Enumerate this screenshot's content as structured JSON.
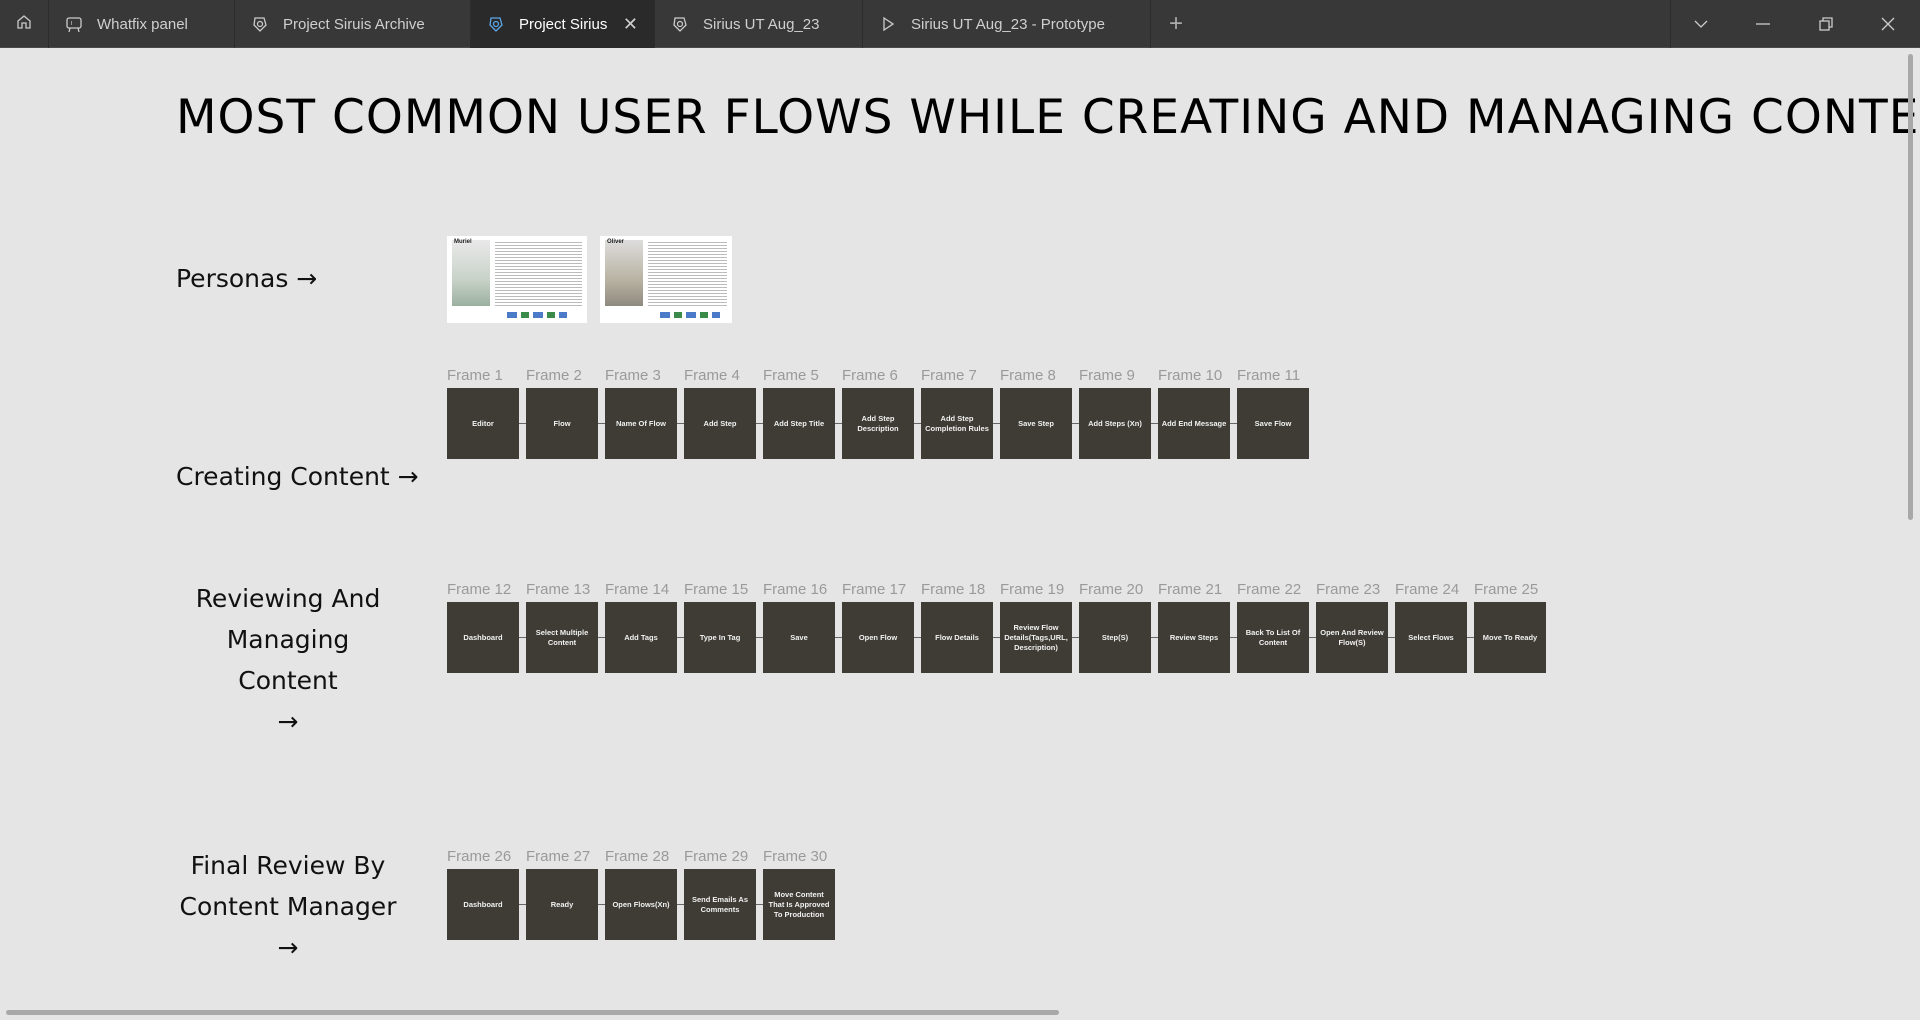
{
  "tabs": [
    {
      "label": "",
      "icon": "home-icon"
    },
    {
      "label": "Whatfix panel",
      "icon": "presentation-icon"
    },
    {
      "label": "Project Siruis Archive",
      "icon": "figma-file-icon"
    },
    {
      "label": "Project Sirius",
      "icon": "figma-file-icon",
      "active": true
    },
    {
      "label": "Sirius UT Aug_23",
      "icon": "figma-file-icon"
    },
    {
      "label": "Sirius UT Aug_23 - Prototype",
      "icon": "play-icon"
    }
  ],
  "title": "MOST COMMON USER FLOWS WHILE CREATING AND MANAGING CONTENT",
  "personas": {
    "label": "Personas →",
    "cards": [
      {
        "name": "Muriel"
      },
      {
        "name": "Oliver"
      }
    ]
  },
  "sections": [
    {
      "label_lines": [
        "Creating Content →"
      ],
      "frames": [
        [
          "Frame 1",
          "Editor"
        ],
        [
          "Frame 2",
          "Flow"
        ],
        [
          "Frame 3",
          "Name Of Flow"
        ],
        [
          "Frame 4",
          "Add Step"
        ],
        [
          "Frame 5",
          "Add Step Title"
        ],
        [
          "Frame 6",
          "Add Step Description"
        ],
        [
          "Frame 7",
          "Add Step Completion Rules"
        ],
        [
          "Frame 8",
          "Save Step"
        ],
        [
          "Frame 9",
          "Add Steps (Xn)"
        ],
        [
          "Frame 10",
          "Add End Message"
        ],
        [
          "Frame 11",
          "Save Flow"
        ]
      ]
    },
    {
      "label_lines": [
        "Reviewing And",
        "Managing Content",
        "→"
      ],
      "frames": [
        [
          "Frame 12",
          "Dashboard"
        ],
        [
          "Frame 13",
          "Select Multiple Content"
        ],
        [
          "Frame 14",
          "Add Tags"
        ],
        [
          "Frame 15",
          "Type In Tag"
        ],
        [
          "Frame 16",
          "Save"
        ],
        [
          "Frame 17",
          "Open Flow"
        ],
        [
          "Frame 18",
          "Flow Details"
        ],
        [
          "Frame 19",
          "Review Flow Details(Tags,URL, Description)"
        ],
        [
          "Frame 20",
          "Step(S)"
        ],
        [
          "Frame 21",
          "Review Steps"
        ],
        [
          "Frame 22",
          "Back To List Of Content"
        ],
        [
          "Frame 23",
          "Open And Review Flow(S)"
        ],
        [
          "Frame 24",
          "Select Flows"
        ],
        [
          "Frame 25",
          "Move To Ready"
        ]
      ]
    },
    {
      "label_lines": [
        "Final Review By",
        "Content Manager",
        "→"
      ],
      "frames": [
        [
          "Frame 26",
          "Dashboard"
        ],
        [
          "Frame 27",
          "Ready"
        ],
        [
          "Frame 28",
          "Open Flows(Xn)"
        ],
        [
          "Frame 29",
          "Send Emails As Comments"
        ],
        [
          "Frame 30",
          "Move Content That Is Approved To Production"
        ]
      ]
    }
  ],
  "colors": {
    "frame_fill": "#3e3c35",
    "canvas": "#e5e5e5",
    "tabbar": "#383838",
    "accent": "#5aa7e8"
  }
}
